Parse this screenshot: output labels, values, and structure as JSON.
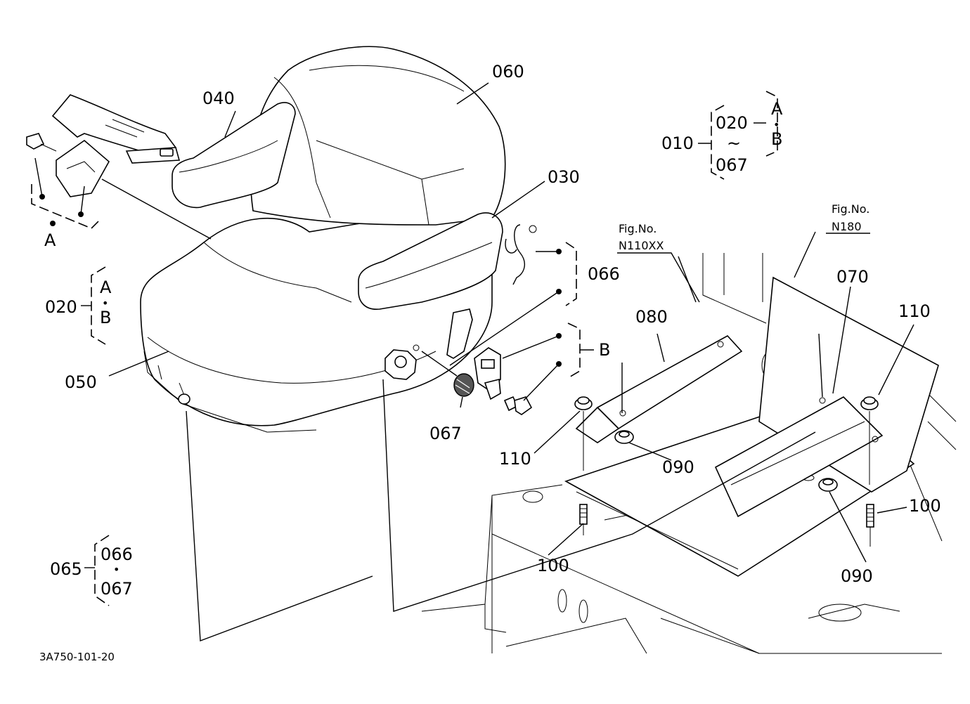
{
  "labels": {
    "p060": "060",
    "p040": "040",
    "p030": "030",
    "p050": "050",
    "p066": "066",
    "p067": "067",
    "p080": "080",
    "p070": "070",
    "p110a": "110",
    "p110b": "110",
    "p090a": "090",
    "p090b": "090",
    "p100a": "100",
    "p100b": "100",
    "B": "B",
    "A": "A"
  },
  "group_010": {
    "main": "010",
    "top": "020",
    "tilde": "~",
    "bottom": "067",
    "sub_a": "A",
    "sub_dot": "•",
    "sub_b": "B"
  },
  "group_020": {
    "main": "020",
    "sub_a": "A",
    "sub_dot": "•",
    "sub_b": "B"
  },
  "group_065": {
    "main": "065",
    "top": "066",
    "dot": "•",
    "bottom": "067"
  },
  "fig_refs": [
    {
      "title": "Fig.No.",
      "number": "N110XX"
    },
    {
      "title": "Fig.No.",
      "number": "N180"
    }
  ],
  "drawing_code": "3A750-101-20"
}
